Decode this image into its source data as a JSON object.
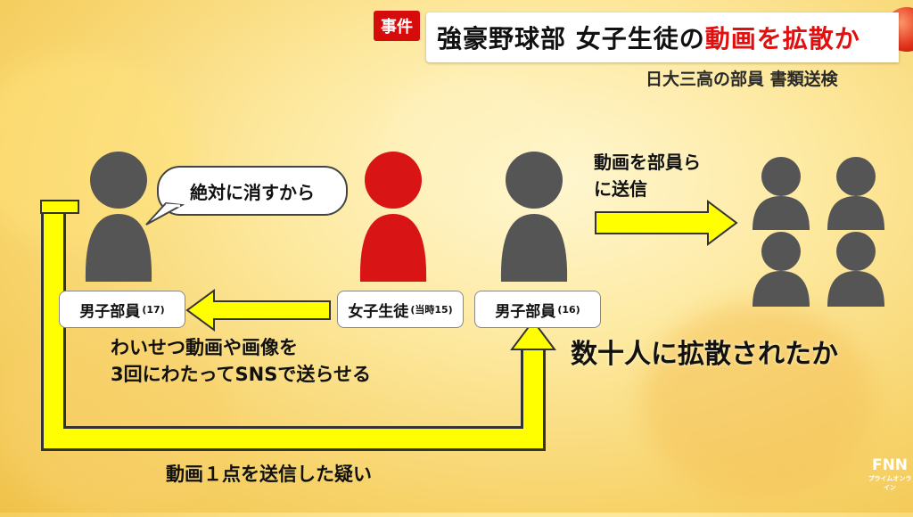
{
  "header": {
    "tag": "事件",
    "headline_main": "強豪野球部 女子生徒の",
    "headline_highlight": "動画を拡散か",
    "subline": "日大三高の部員 書類送検"
  },
  "figures": {
    "boy17": {
      "label": "男子部員",
      "age": "(17)"
    },
    "girl": {
      "label": "女子生徒",
      "age": "(当時15)"
    },
    "boy16": {
      "label": "男子部員",
      "age": "(16)"
    }
  },
  "bubble": {
    "text": "絶対に消すから"
  },
  "notes": {
    "coerce_line1": "わいせつ動画や画像を",
    "coerce_line2": "3回にわたってSNSで送らせる",
    "send_line1": "動画を部員ら",
    "send_line2": "に送信",
    "spread": "数十人に拡散されたか",
    "bottom": "動画１点を送信した疑い"
  },
  "logo": {
    "name": "FNN",
    "sub": "プライムオンライン"
  },
  "colors": {
    "arrow": "#ffff00",
    "figure_gray": "#555555",
    "figure_red": "#d81414",
    "accent_red": "#e01010"
  }
}
